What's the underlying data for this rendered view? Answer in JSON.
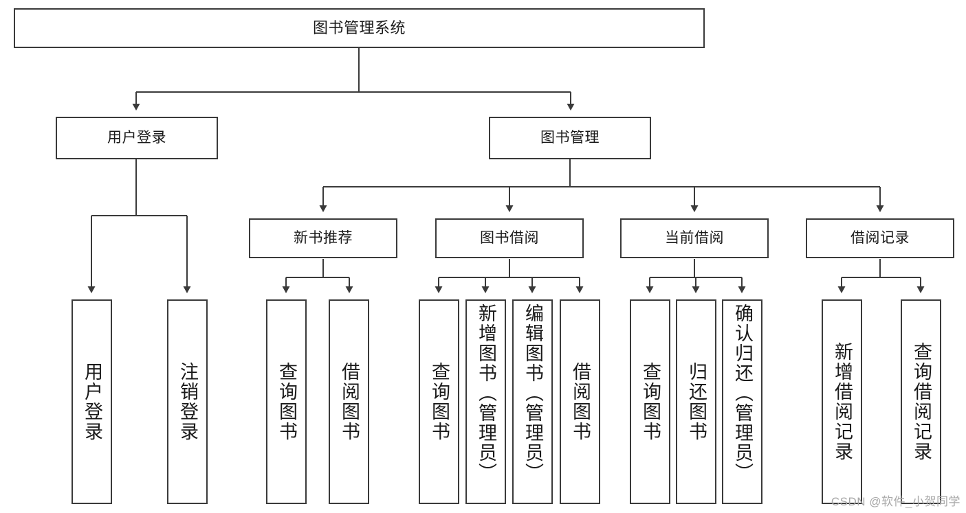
{
  "diagram": {
    "type": "tree-hierarchy",
    "title": "图书管理系统",
    "watermark": "CSDN @软件_小贺同学",
    "colors": {
      "box_border": "#3a3a3a",
      "box_fill": "#ffffff",
      "connector": "#3a3a3a",
      "text": "#1a1a1a",
      "watermark": "#a8a8a8"
    },
    "nodes": {
      "root": {
        "label": "图书管理系统",
        "level": 0
      },
      "level2": [
        {
          "id": "user-login",
          "label": "用户登录"
        },
        {
          "id": "book-management",
          "label": "图书管理"
        }
      ],
      "level3": [
        {
          "id": "new-book-recommend",
          "label": "新书推荐",
          "parent": "book-management"
        },
        {
          "id": "book-borrow",
          "label": "图书借阅",
          "parent": "book-management"
        },
        {
          "id": "current-borrow",
          "label": "当前借阅",
          "parent": "book-management"
        },
        {
          "id": "borrow-record",
          "label": "借阅记录",
          "parent": "book-management"
        }
      ],
      "leaves": [
        {
          "id": "leaf-user-login",
          "label": "用户登录",
          "parent": "user-login"
        },
        {
          "id": "leaf-logout-login",
          "label": "注销登录",
          "parent": "user-login"
        },
        {
          "id": "leaf-query-book-1",
          "label": "查询图书",
          "parent": "new-book-recommend"
        },
        {
          "id": "leaf-borrow-book-1",
          "label": "借阅图书",
          "parent": "new-book-recommend"
        },
        {
          "id": "leaf-query-book-2",
          "label": "查询图书",
          "parent": "book-borrow"
        },
        {
          "id": "leaf-add-book",
          "label": "新增图书（管理员）",
          "parent": "book-borrow"
        },
        {
          "id": "leaf-edit-book",
          "label": "编辑图书（管理员）",
          "parent": "book-borrow"
        },
        {
          "id": "leaf-borrow-book-2",
          "label": "借阅图书",
          "parent": "book-borrow"
        },
        {
          "id": "leaf-query-book-3",
          "label": "查询图书",
          "parent": "current-borrow"
        },
        {
          "id": "leaf-return-book",
          "label": "归还图书",
          "parent": "current-borrow"
        },
        {
          "id": "leaf-confirm-return",
          "label": "确认归还（管理员）",
          "parent": "current-borrow"
        },
        {
          "id": "leaf-add-record",
          "label": "新增借阅记录",
          "parent": "borrow-record"
        },
        {
          "id": "leaf-query-record",
          "label": "查询借阅记录",
          "parent": "borrow-record"
        }
      ]
    }
  }
}
